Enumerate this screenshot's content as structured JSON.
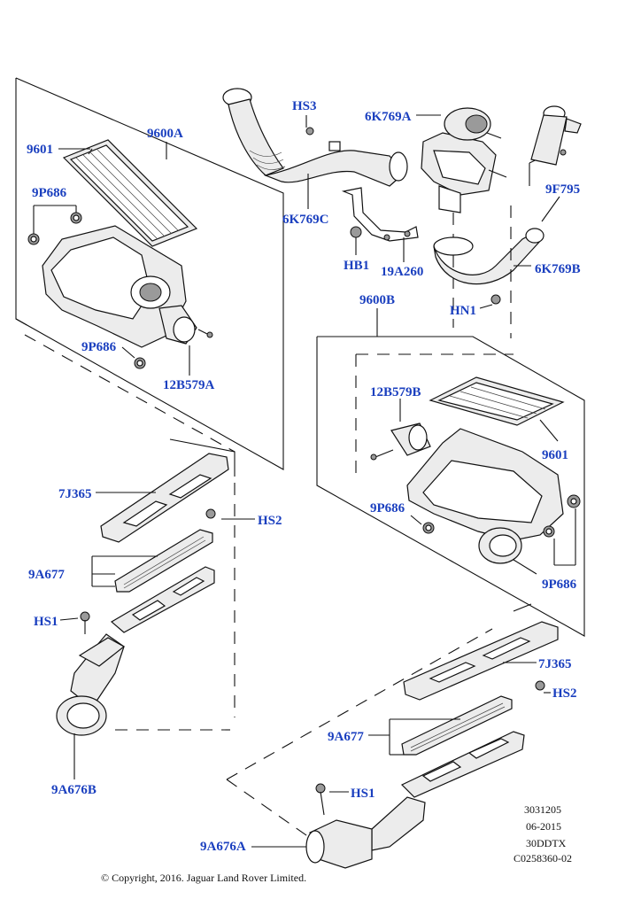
{
  "labels": {
    "l_9601_a": "9601",
    "l_9600a": "9600A",
    "l_9p686_a": "9P686",
    "l_9p686_b": "9P686",
    "l_12b579a": "12B579A",
    "l_hs3": "HS3",
    "l_6k769c": "6K769C",
    "l_hb1": "HB1",
    "l_19a260": "19A260",
    "l_6k769a": "6K769A",
    "l_9f795": "9F795",
    "l_6k769b": "6K769B",
    "l_hn1": "HN1",
    "l_9600b": "9600B",
    "l_12b579b": "12B579B",
    "l_9601_b": "9601",
    "l_9p686_c": "9P686",
    "l_9p686_d": "9P686",
    "l_7j365_a": "7J365",
    "l_hs2_a": "HS2",
    "l_9a677_a": "9A677",
    "l_hs1_a": "HS1",
    "l_9a676b": "9A676B",
    "l_7j365_b": "7J365",
    "l_hs2_b": "HS2",
    "l_9a677_b": "9A677",
    "l_hs1_b": "HS1",
    "l_9a676a": "9A676A"
  },
  "reference": {
    "code1": "3031205",
    "date": "06-2015",
    "code2": "30DDTX",
    "code3": "C0258360-02"
  },
  "copyright": "© Copyright, 2016. Jaguar Land Rover Limited.",
  "colors": {
    "callout": "#1a3fbf",
    "line": "#111111"
  }
}
